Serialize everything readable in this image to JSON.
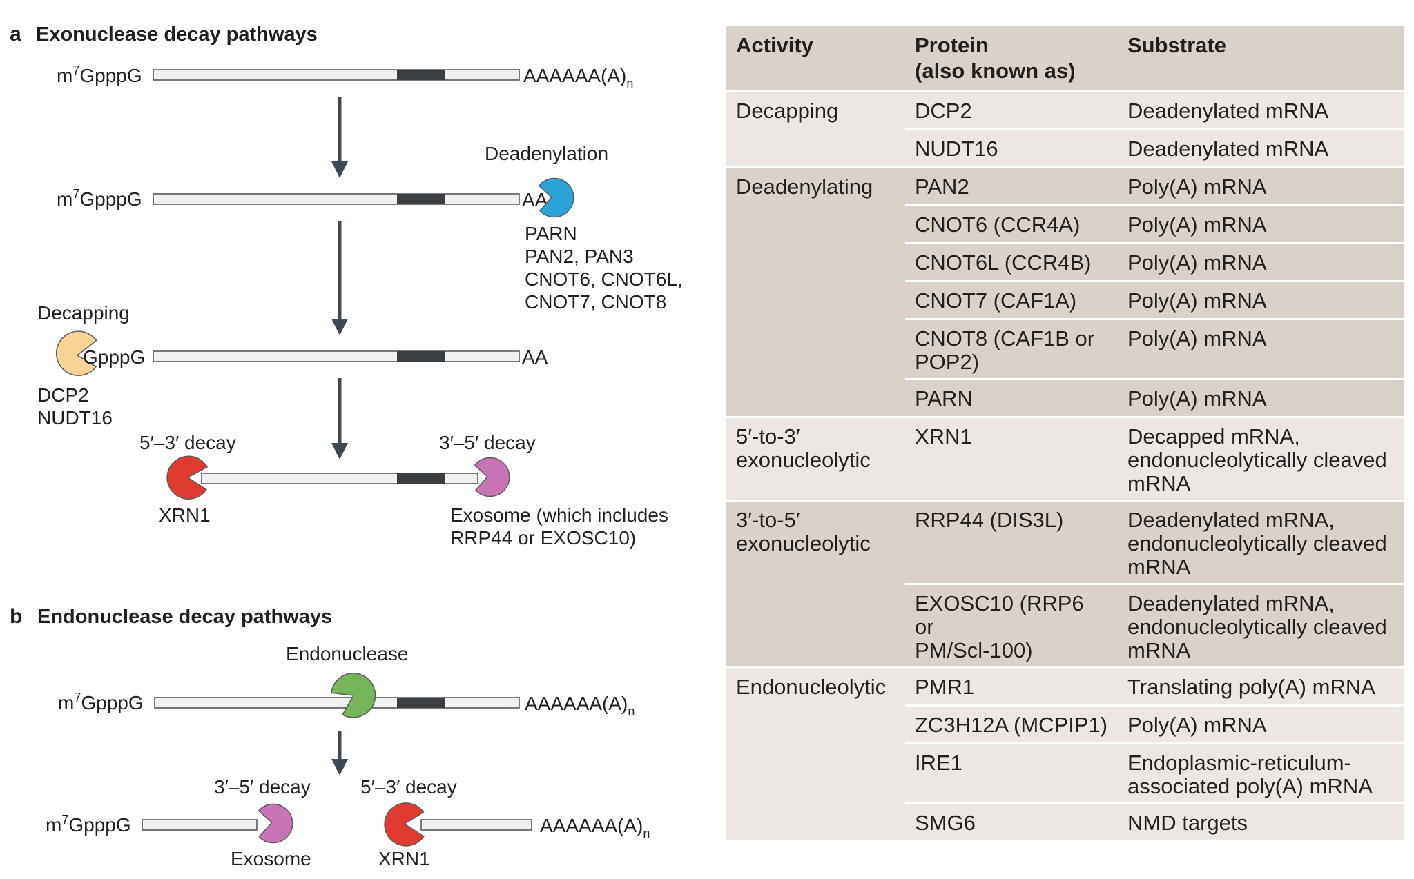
{
  "panel_a": {
    "letter": "a",
    "title": "Exonuclease decay pathways",
    "row1": {
      "cap": "m",
      "cap_sup": "7",
      "cap_rest": "GpppG",
      "tail": "AAAAAA(A)",
      "tail_sub": "n"
    },
    "row2": {
      "cap": "m",
      "cap_sup": "7",
      "cap_rest": "GpppG",
      "tail": "AA",
      "step_label": "Deadenylation",
      "enzymes": [
        "PARN",
        "PAN2, PAN3",
        "CNOT6, CNOT6L,",
        "CNOT7, CNOT8"
      ]
    },
    "row3": {
      "cap": "GpppG",
      "tail": "AA",
      "step_label": "Decapping",
      "enzymes": [
        "DCP2",
        "NUDT16"
      ]
    },
    "row4": {
      "left_label": "5′–3′ decay",
      "right_label": "3′–5′ decay",
      "left_enzyme": "XRN1",
      "right_enzyme": [
        "Exosome (which includes",
        "RRP44 or EXOSC10)"
      ]
    }
  },
  "panel_b": {
    "letter": "b",
    "title": "Endonuclease decay pathways",
    "row1": {
      "cap": "m",
      "cap_sup": "7",
      "cap_rest": "GpppG",
      "tail": "AAAAAA(A)",
      "tail_sub": "n",
      "step_label": "Endonuclease"
    },
    "row2": {
      "cap": "m",
      "cap_sup": "7",
      "cap_rest": "GpppG",
      "tail": "AAAAAA(A)",
      "tail_sub": "n",
      "left_label": "3′–5′ decay",
      "right_label": "5′–3′ decay",
      "left_enzyme": "Exosome",
      "right_enzyme": "XRN1"
    }
  },
  "colors": {
    "mrna_body": "#eef0f1",
    "coding_region": "#3c3f41",
    "arrow": "#3e4a53",
    "deadenylase": "#2ba3d8",
    "decapping": "#f8d596",
    "xrn1": "#e13b2f",
    "exosome": "#c874b5",
    "endonuclease": "#76b55a",
    "table_header": "#dad2c9",
    "table_light": "#ece7e3"
  },
  "table": {
    "headers": [
      "Activity",
      "Protein\n(also known as)",
      "Substrate"
    ],
    "groups": [
      {
        "activity": "Decapping",
        "rows": [
          {
            "protein": "DCP2",
            "substrate": "Deadenylated mRNA"
          },
          {
            "protein": "NUDT16",
            "substrate": "Deadenylated mRNA"
          }
        ]
      },
      {
        "activity": "Deadenylating",
        "rows": [
          {
            "protein": "PAN2",
            "substrate": "Poly(A) mRNA"
          },
          {
            "protein": "CNOT6 (CCR4A)",
            "substrate": "Poly(A) mRNA"
          },
          {
            "protein": "CNOT6L (CCR4B)",
            "substrate": "Poly(A) mRNA"
          },
          {
            "protein": "CNOT7 (CAF1A)",
            "substrate": "Poly(A) mRNA"
          },
          {
            "protein": "CNOT8 (CAF1B or\nPOP2)",
            "substrate": "Poly(A) mRNA"
          },
          {
            "protein": "PARN",
            "substrate": "Poly(A) mRNA"
          }
        ]
      },
      {
        "activity": "5′-to-3′\nexonucleolytic",
        "rows": [
          {
            "protein": "XRN1",
            "substrate": "Decapped mRNA,\nendonucleolytically cleaved\nmRNA"
          }
        ]
      },
      {
        "activity": "3′-to-5′\nexonucleolytic",
        "rows": [
          {
            "protein": "RRP44 (DIS3L)",
            "substrate": "Deadenylated mRNA,\nendonucleolytically cleaved\nmRNA"
          },
          {
            "protein": "EXOSC10 (RRP6 or\nPM/Scl-100)",
            "substrate": "Deadenylated mRNA,\nendonucleolytically cleaved\nmRNA"
          }
        ]
      },
      {
        "activity": "Endonucleolytic",
        "rows": [
          {
            "protein": "PMR1",
            "substrate": "Translating poly(A) mRNA"
          },
          {
            "protein": "ZC3H12A (MCPIP1)",
            "substrate": "Poly(A) mRNA"
          },
          {
            "protein": "IRE1",
            "substrate": "Endoplasmic-reticulum-\nassociated poly(A) mRNA"
          },
          {
            "protein": "SMG6",
            "substrate": "NMD targets"
          }
        ]
      }
    ]
  }
}
